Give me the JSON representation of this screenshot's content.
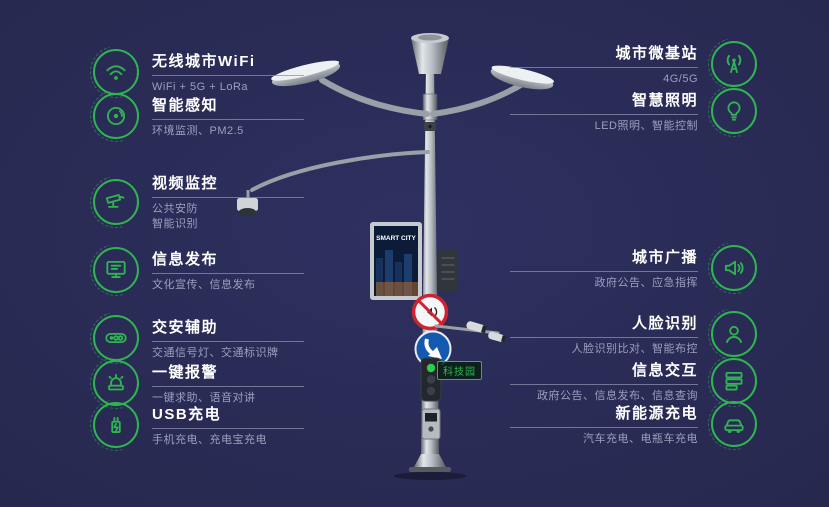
{
  "colors": {
    "background": "#272950",
    "accent": "#2fb550",
    "title": "#ffffff",
    "subtitle": "#9aa0bd",
    "underline": "#8b90ad"
  },
  "pole": {
    "screen_title": "SMART CITY",
    "sign_label": "科技园"
  },
  "left_features": [
    {
      "icon": "wifi-icon",
      "title": "无线城市WiFi",
      "subtitle": "WiFi + 5G + LoRa"
    },
    {
      "icon": "sensing-icon",
      "title": "智能感知",
      "subtitle": "环境监测、PM2.5"
    },
    {
      "icon": "cctv-camera-icon",
      "title": "视频监控",
      "subtitle": "公共安防",
      "subtitle2": "智能识别"
    },
    {
      "icon": "display-icon",
      "title": "信息发布",
      "subtitle": "文化宣传、信息发布"
    },
    {
      "icon": "traffic-signal-icon",
      "title": "交安辅助",
      "subtitle": "交通信号灯、交通标识牌"
    },
    {
      "icon": "alarm-icon",
      "title": "一键报警",
      "subtitle": "一键求助、语音对讲"
    },
    {
      "icon": "usb-icon",
      "title": "USB充电",
      "subtitle": "手机充电、充电宝充电"
    }
  ],
  "right_features": [
    {
      "icon": "base-station-icon",
      "title": "城市微基站",
      "subtitle": "4G/5G"
    },
    {
      "icon": "lighting-icon",
      "title": "智慧照明",
      "subtitle": "LED照明、智能控制"
    },
    {
      "icon": "broadcast-icon",
      "title": "城市广播",
      "subtitle": "政府公告、应急指挥"
    },
    {
      "icon": "face-recognition-icon",
      "title": "人脸识别",
      "subtitle": "人脸识别比对、智能布控"
    },
    {
      "icon": "interaction-icon",
      "title": "信息交互",
      "subtitle": "政府公告、信息发布、信息查询"
    },
    {
      "icon": "ev-charging-icon",
      "title": "新能源充电",
      "subtitle": "汽车充电、电瓶车充电"
    }
  ]
}
